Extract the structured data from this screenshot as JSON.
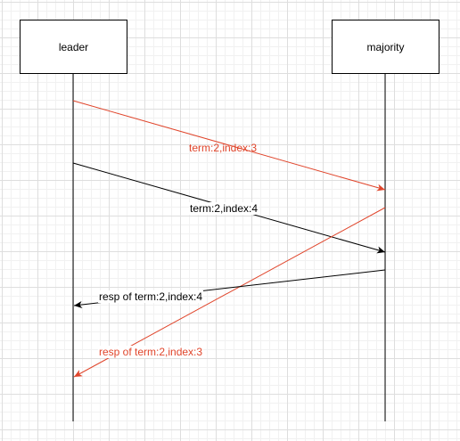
{
  "actors": {
    "leader": "leader",
    "majority": "majority"
  },
  "messages": {
    "m1": "term:2,index:3",
    "m2": "term:2,index:4",
    "m3": "resp of term:2,index:4",
    "m4": "resp of term:2,index:3"
  },
  "colors": {
    "red": "#e0452b",
    "black": "#000000"
  }
}
